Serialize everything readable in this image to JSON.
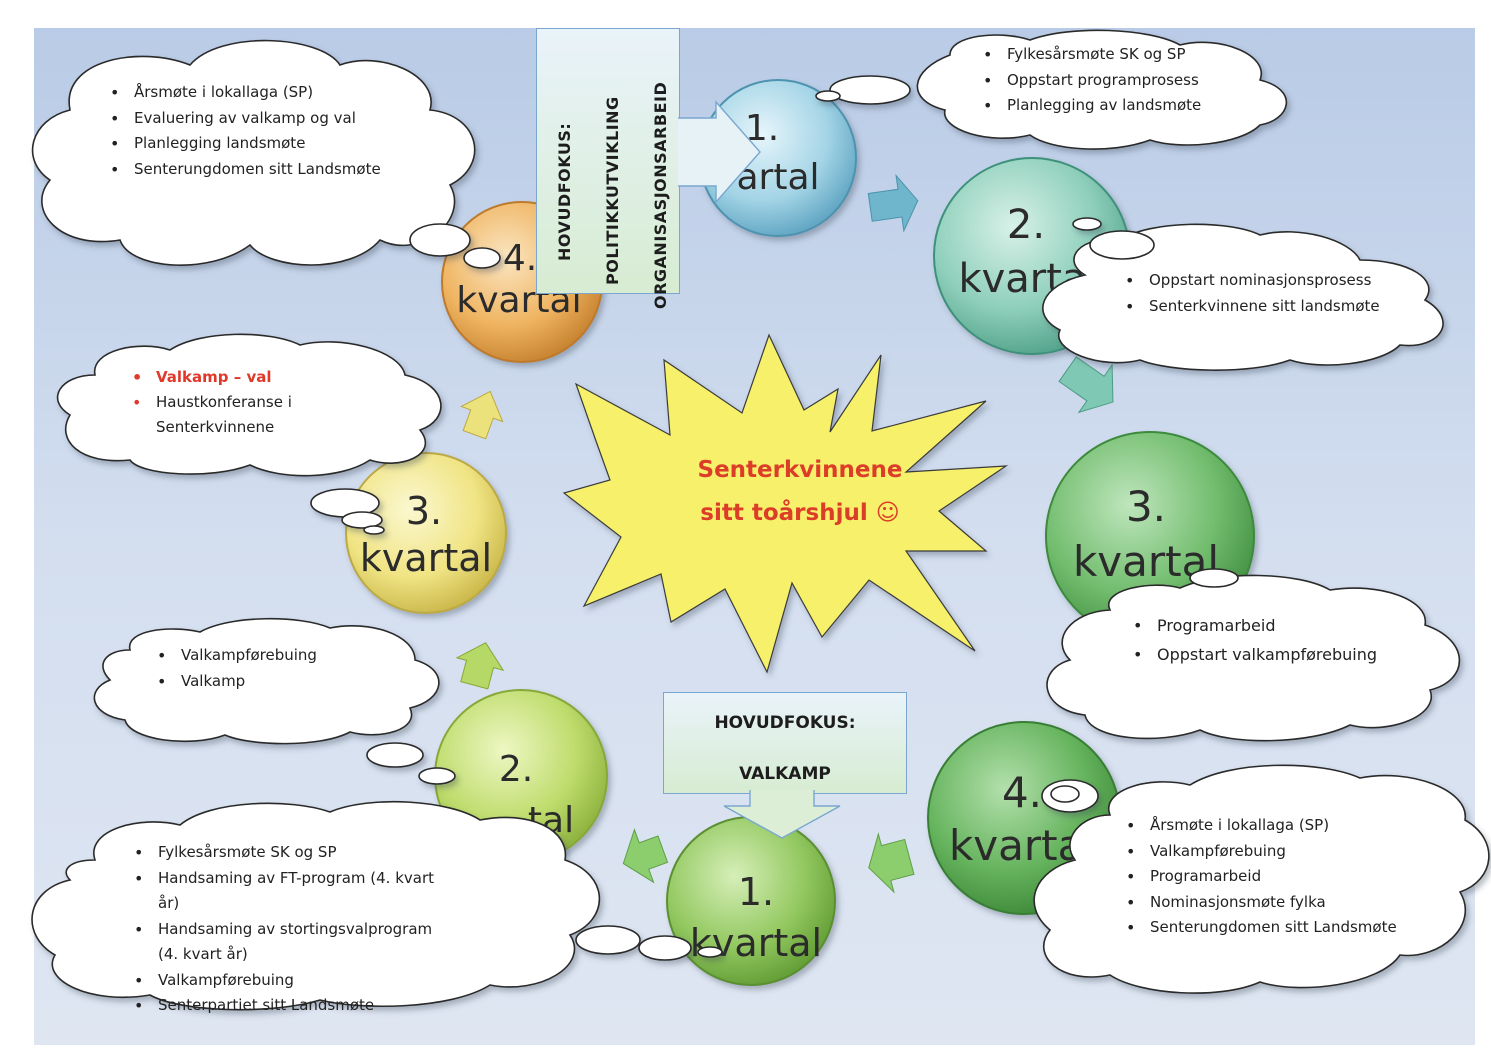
{
  "center": {
    "line1": "Senterkvinnene",
    "line2": "sitt toårshjul ☺"
  },
  "focus_top": {
    "heading": "HOVUDFOKUS:",
    "line2": "POLITIKKUTVIKLING",
    "line3": "ORGANISASJONSARBEID"
  },
  "focus_bottom": {
    "heading": "HOVUDFOKUS:",
    "line2": "VALKAMP"
  },
  "circles": {
    "year1_q1": {
      "num": "1.",
      "word": "artal",
      "color": "#8fc8de"
    },
    "year1_q2": {
      "num": "2.",
      "word": "kvartal",
      "color": "#7ec8b4"
    },
    "year1_q3": {
      "num": "3.",
      "word": "kvartal",
      "color": "#6cb86a"
    },
    "year1_q4": {
      "num": "4.",
      "word": "kvartal",
      "color": "#62b25c"
    },
    "year2_q1": {
      "num": "1.",
      "word": "kvartal",
      "color": "#86c25a"
    },
    "year2_q2": {
      "num": "2.",
      "word": "tal",
      "color": "#b6d866"
    },
    "year2_q3": {
      "num": "3.",
      "word": "kvartal",
      "color": "#ece27c"
    },
    "year2_q4": {
      "num": "4.",
      "word": "kvartal",
      "color": "#eeb25c"
    }
  },
  "clouds": {
    "top_left": [
      "Årsmøte i lokallaga (SP)",
      "Evaluering av valkamp og val",
      "Planlegging landsmøte",
      "Senterungdomen sitt Landsmøte"
    ],
    "top_right": [
      "Fylkesårsmøte SK og SP",
      "Oppstart programprosess",
      "Planlegging av landsmøte"
    ],
    "right_q2": [
      "Oppstart nominasjonsprosess",
      "Senterkvinnene sitt landsmøte"
    ],
    "mid_left": [
      "Valkamp – val",
      "Haustkonferanse i Senterkvinnene"
    ],
    "right_q3": [
      "Programarbeid",
      "Oppstart valkampførebuing"
    ],
    "left_q2": [
      "Valkampførebuing",
      "Valkamp"
    ],
    "bottom_left": [
      "Fylkesårsmøte SK og SP",
      "Handsaming av FT-program (4. kvart år)",
      "Handsaming av stortingsvalprogram (4. kvart år)",
      "Valkampførebuing",
      "Senterpartiet sitt Landsmøte"
    ],
    "bottom_right": [
      "Årsmøte i lokallaga (SP)",
      "Valkampførebuing",
      "Programarbeid",
      "Nominasjonsmøte fylka",
      "Senterungdomen sitt Landsmøte"
    ]
  },
  "colors": {
    "star": "#f7f06a",
    "title_red": "#dc3d29",
    "arrow_blue": "#6fb6cc",
    "arrow_green": "#8ccd6e"
  }
}
